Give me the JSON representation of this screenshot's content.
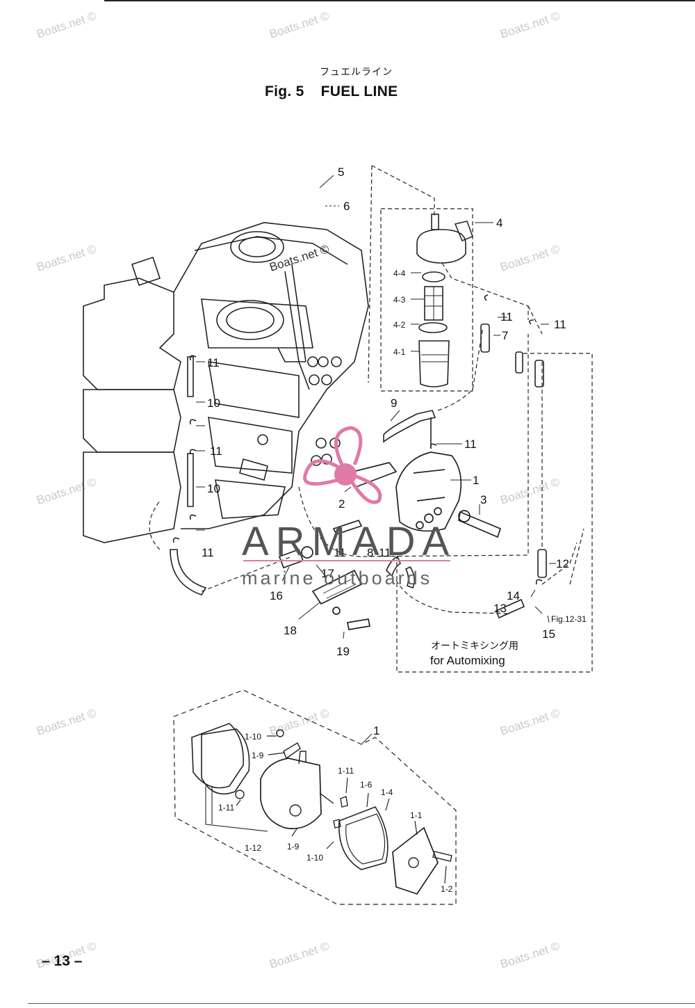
{
  "header": {
    "title_jp": "フュエルライン",
    "fig_number": "Fig. 5",
    "fig_title": "FUEL LINE"
  },
  "page_number": "– 13 –",
  "automix_note": {
    "jp": "オートミキシング用",
    "en": "for Automixing"
  },
  "figure_reference": "Fig.12-31",
  "watermark": {
    "site": "Boats.net ©",
    "brand": "ARMADA",
    "brand_sub": "marine outboards",
    "brand_color": "#e07aa6"
  },
  "callouts": {
    "upper": [
      "5",
      "6",
      "4",
      "4-4",
      "4-3",
      "4-2",
      "4-1",
      "11",
      "7",
      "11",
      "11",
      "10",
      "11",
      "10",
      "11",
      "9",
      "11",
      "1",
      "2",
      "3",
      "11",
      "8",
      "11",
      "17",
      "16",
      "18",
      "19",
      "12",
      "14",
      "13",
      "15"
    ],
    "lower": [
      "1",
      "1-10",
      "1-9",
      "1-11",
      "1-6",
      "1-4",
      "1-11",
      "1-1",
      "1-12",
      "1-9",
      "1-10",
      "1-2"
    ]
  },
  "colors": {
    "ink": "#111111",
    "watermark": "#c9c9c9",
    "logo_pink": "#e07aa6"
  }
}
